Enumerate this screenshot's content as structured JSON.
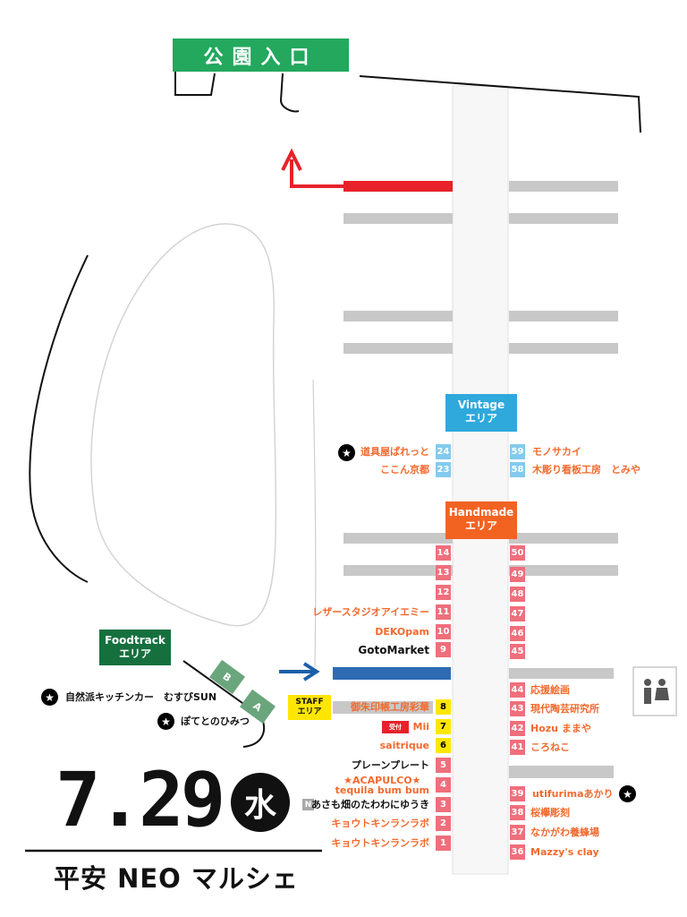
{
  "entrance": {
    "label": "公園入口"
  },
  "areas": {
    "vintage": {
      "name": "Vintage",
      "suffix": "エリア"
    },
    "handmade": {
      "name": "Handmade",
      "suffix": "エリア"
    },
    "foodtrack": {
      "name": "Foodtrack",
      "suffix": "エリア"
    },
    "staff": {
      "name": "STAFF",
      "suffix": "エリア"
    }
  },
  "food_spots": [
    "B",
    "A"
  ],
  "food_vendors": [
    "自然派キッチンカー　むすびSUN",
    "ぽてとのひみつ"
  ],
  "reception": "受付",
  "left_stalls": [
    {
      "num": "24",
      "name": "道具屋ぱれっと"
    },
    {
      "num": "23",
      "name": "ここん京都"
    },
    {
      "num": "14",
      "name": ""
    },
    {
      "num": "13",
      "name": ""
    },
    {
      "num": "12",
      "name": ""
    },
    {
      "num": "11",
      "name": "レザースタジオアイエミー"
    },
    {
      "num": "10",
      "name": "DEKOpam"
    },
    {
      "num": "9",
      "name": "GotoMarket"
    },
    {
      "num": "8",
      "name": "御朱印帳工房彩華"
    },
    {
      "num": "7",
      "name": "Mii"
    },
    {
      "num": "6",
      "name": "saitrique"
    },
    {
      "num": "5",
      "name": "プレーンプレート"
    },
    {
      "num": "4",
      "name": "★ACAPULCO★\ntequila bum bum"
    },
    {
      "num": "3",
      "name": "あさも畑のたわわにゆうき"
    },
    {
      "num": "2",
      "name": "キョウトキンランラボ"
    },
    {
      "num": "1",
      "name": "キョウトキンランラボ"
    }
  ],
  "n_badge": "N",
  "right_stalls": [
    {
      "num": "59",
      "name": "モノサカイ"
    },
    {
      "num": "58",
      "name": "木彫り看板工房　とみや"
    },
    {
      "num": "50",
      "name": ""
    },
    {
      "num": "49",
      "name": ""
    },
    {
      "num": "48",
      "name": ""
    },
    {
      "num": "47",
      "name": ""
    },
    {
      "num": "46",
      "name": ""
    },
    {
      "num": "45",
      "name": ""
    },
    {
      "num": "44",
      "name": "応援絵画"
    },
    {
      "num": "43",
      "name": "現代陶芸研究所"
    },
    {
      "num": "42",
      "name": "Hozu ままや"
    },
    {
      "num": "41",
      "name": "ころねこ"
    },
    {
      "num": "39",
      "name": "utifurimaあかり"
    },
    {
      "num": "38",
      "name": "桜欅彫刻"
    },
    {
      "num": "37",
      "name": "なかがわ養蜂場"
    },
    {
      "num": "36",
      "name": "Mazzy's clay"
    }
  ],
  "event": {
    "date": "7.29",
    "weekday": "水",
    "title": "平安 NEO マルシェ"
  },
  "star_symbol": "★",
  "colors": {
    "entrance": "#23a85e",
    "vintage": "#2fa8dc",
    "handmade": "#f26322",
    "foodtrack": "#16703e",
    "staff": "#ffe600",
    "stall_pink": "#ef6f7c",
    "stall_orange_text": "#f26a2e",
    "red_arrow": "#e8212a",
    "blue_arrow": "#1c5fa8"
  }
}
